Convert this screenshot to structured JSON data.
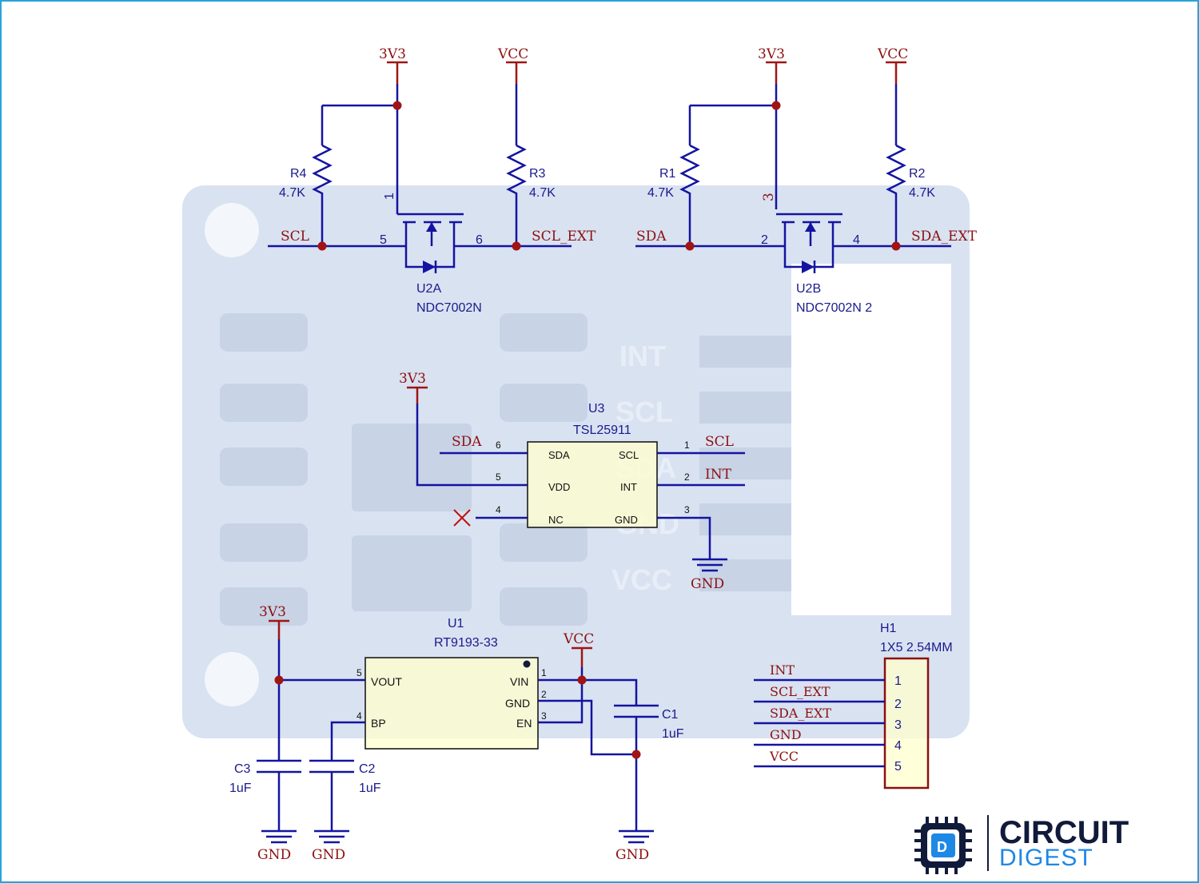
{
  "power_labels": {
    "v3_1": "3V3",
    "vcc_1": "VCC",
    "v3_2": "3V3",
    "vcc_2": "VCC",
    "v3_u3": "3V3",
    "v3_u1": "3V3",
    "vcc_u1": "VCC"
  },
  "ground_labels": {
    "g_u3": "GND",
    "g_c3": "GND",
    "g_c2": "GND",
    "g_c1": "GND"
  },
  "level_shifter_a": {
    "r_left": {
      "ref": "R4",
      "value": "4.7K"
    },
    "r_right": {
      "ref": "R3",
      "value": "4.7K"
    },
    "pin_gate": "1",
    "pin_source": "5",
    "pin_drain": "6",
    "net_left": "SCL",
    "net_right": "SCL_EXT",
    "ref": "U2A",
    "part": "NDC7002N"
  },
  "level_shifter_b": {
    "r_left": {
      "ref": "R1",
      "value": "4.7K"
    },
    "r_right": {
      "ref": "R2",
      "value": "4.7K"
    },
    "pin_gate": "3",
    "pin_source": "2",
    "pin_drain": "4",
    "net_left": "SDA",
    "net_right": "SDA_EXT",
    "ref": "U2B",
    "part": "NDC7002N 2"
  },
  "sensor": {
    "ref": "U3",
    "part": "TSL25911",
    "left_pins": [
      {
        "num": "6",
        "name": "SDA",
        "net": "SDA"
      },
      {
        "num": "5",
        "name": "VDD",
        "net": ""
      },
      {
        "num": "4",
        "name": "NC",
        "net": ""
      }
    ],
    "right_pins": [
      {
        "num": "1",
        "name": "SCL",
        "net": "SCL"
      },
      {
        "num": "2",
        "name": "INT",
        "net": "INT"
      },
      {
        "num": "3",
        "name": "GND",
        "net": ""
      }
    ]
  },
  "regulator": {
    "ref": "U1",
    "part": "RT9193-33",
    "pins": {
      "vout": {
        "num": "5",
        "name": "VOUT"
      },
      "bp": {
        "num": "4",
        "name": "BP"
      },
      "vin": {
        "num": "1",
        "name": "VIN"
      },
      "gnd": {
        "num": "2",
        "name": "GND"
      },
      "en": {
        "num": "3",
        "name": "EN"
      }
    }
  },
  "capacitors": {
    "c1": {
      "ref": "C1",
      "value": "1uF"
    },
    "c2": {
      "ref": "C2",
      "value": "1uF"
    },
    "c3": {
      "ref": "C3",
      "value": "1uF"
    }
  },
  "header": {
    "ref": "H1",
    "part": "1X5 2.54MM",
    "pins": [
      {
        "num": "1",
        "net": "INT"
      },
      {
        "num": "2",
        "net": "SCL_EXT"
      },
      {
        "num": "3",
        "net": "SDA_EXT"
      },
      {
        "num": "4",
        "net": "GND"
      },
      {
        "num": "5",
        "net": "VCC"
      }
    ]
  },
  "board_silkscreen": [
    "INT",
    "SCL",
    "SDA",
    "GND",
    "VCC"
  ],
  "logo": {
    "line1": "CIRCUIT",
    "line2": "DIGEST"
  },
  "colors": {
    "wire": "#1414a0",
    "power": "#a01414",
    "part_fill": "#ffffcc",
    "logo_dark": "#101a3a",
    "logo_blue": "#1e88e5"
  }
}
